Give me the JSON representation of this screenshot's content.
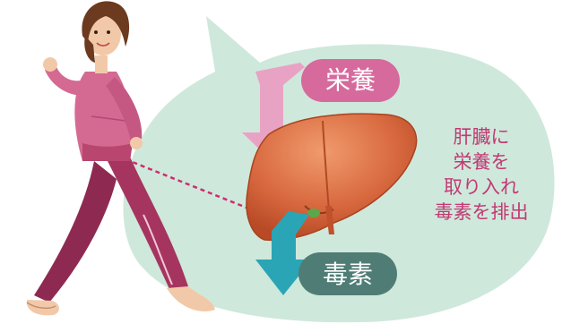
{
  "labels": {
    "nutrition": "栄養",
    "toxins": "毒素"
  },
  "caption": {
    "line1": "肝臓に",
    "line2": "栄養を",
    "line3": "取り入れ",
    "line4": "毒素を排出"
  },
  "colors": {
    "bubble": "#cfe8dc",
    "nutrition_pill": "#d66a9d",
    "toxins_pill": "#4f7d75",
    "caption_text": "#c13a73",
    "liver": "#d96a40",
    "pink_arrow": "#e8a3c4",
    "teal_arrow": "#2aa5b5",
    "tracksuit": "#a5355f"
  }
}
